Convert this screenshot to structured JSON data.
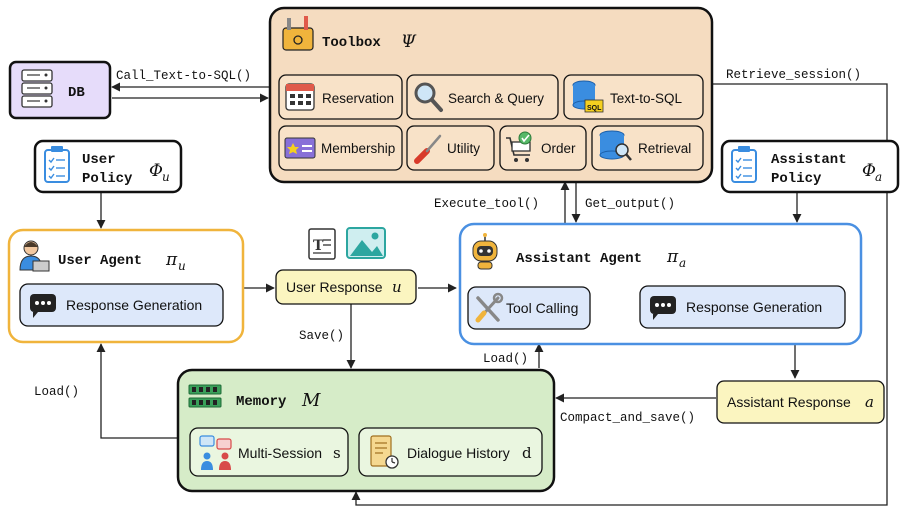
{
  "toolbox": {
    "title": "Toolbox",
    "symbol": "Ψ",
    "tools": [
      {
        "label": "Reservation",
        "icon": "calendar-icon"
      },
      {
        "label": "Search & Query",
        "icon": "magnifier-icon"
      },
      {
        "label": "Text-to-SQL",
        "icon": "sql-database-icon"
      },
      {
        "label": "Membership",
        "icon": "membership-card-icon"
      },
      {
        "label": "Utility",
        "icon": "screwdriver-icon"
      },
      {
        "label": "Order",
        "icon": "shopping-cart-icon"
      },
      {
        "label": "Retrieval",
        "icon": "database-search-icon"
      }
    ]
  },
  "db": {
    "label": "DB"
  },
  "user_policy": {
    "line1": "User",
    "line2": "Policy",
    "symbol": "Φ",
    "sub": "u"
  },
  "assistant_policy": {
    "line1": "Assistant",
    "line2": "Policy",
    "symbol": "Φ",
    "sub": "a"
  },
  "user_agent": {
    "title": "User Agent",
    "symbol": "π",
    "sub": "u",
    "inner": "Response Generation"
  },
  "assistant_agent": {
    "title": "Assistant Agent",
    "symbol": "π",
    "sub": "a",
    "tool_calling": "Tool Calling",
    "inner": "Response Generation"
  },
  "user_response": {
    "label": "User Response",
    "var": "u"
  },
  "assistant_response": {
    "label": "Assistant Response",
    "var": "a"
  },
  "memory": {
    "title": "Memory",
    "var": "M",
    "multi_session": "Multi-Session",
    "ms_var": "s",
    "dialogue_history": "Dialogue History",
    "dh_var": "d"
  },
  "edges": {
    "call_text_to_sql": "Call_Text-to-SQL()",
    "retrieve_session": "Retrieve_session()",
    "execute_tool": "Execute_tool()",
    "get_output": "Get_output()",
    "save": "Save()",
    "load_user": "Load()",
    "load_assistant": "Load()",
    "compact_and_save": "Compact_and_save()"
  },
  "colors": {
    "toolbox_fill": "#f5dcc0",
    "db_fill": "#e6dcfa",
    "user_agent_border": "#f0b43c",
    "assistant_agent_border": "#4a90e2",
    "inner_fill": "#dde8fa",
    "response_fill": "#fbf5c0",
    "memory_fill": "#d6ecc8",
    "memory_inner_fill": "#eaf6e0"
  }
}
